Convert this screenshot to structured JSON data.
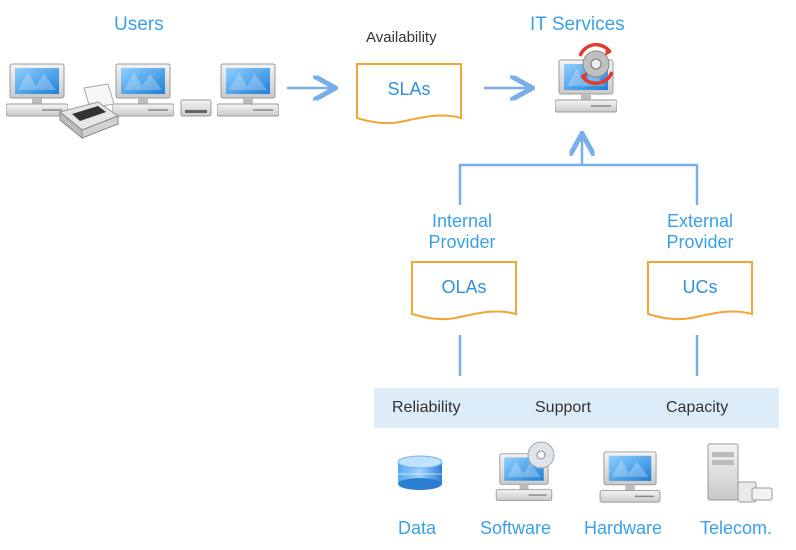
{
  "diagram": {
    "users_title": "Users",
    "availability": "Availability",
    "it_services_title": "IT Services",
    "sla_doc": "SLAs",
    "internal_provider": [
      "Internal",
      "Provider"
    ],
    "external_provider": [
      "External",
      "Provider"
    ],
    "ola_doc": "OLAs",
    "uc_doc": "UCs",
    "band_items": [
      "Reliability",
      "Support",
      "Capacity"
    ],
    "resources": [
      "Data",
      "Software",
      "Hardware",
      "Telecom."
    ]
  },
  "colors": {
    "accent_blue": "#3aa0e8",
    "arrow_blue": "#7aaee8",
    "doc_border_orange": "#f3a636",
    "band_fill": "#dcecf9",
    "text_dark": "#333333"
  },
  "icons": [
    "desktop-computer-icon",
    "printer-icon",
    "disk-drive-icon",
    "server-gear-icon",
    "database-icon",
    "computer-cd-icon",
    "server-tower-icon"
  ]
}
